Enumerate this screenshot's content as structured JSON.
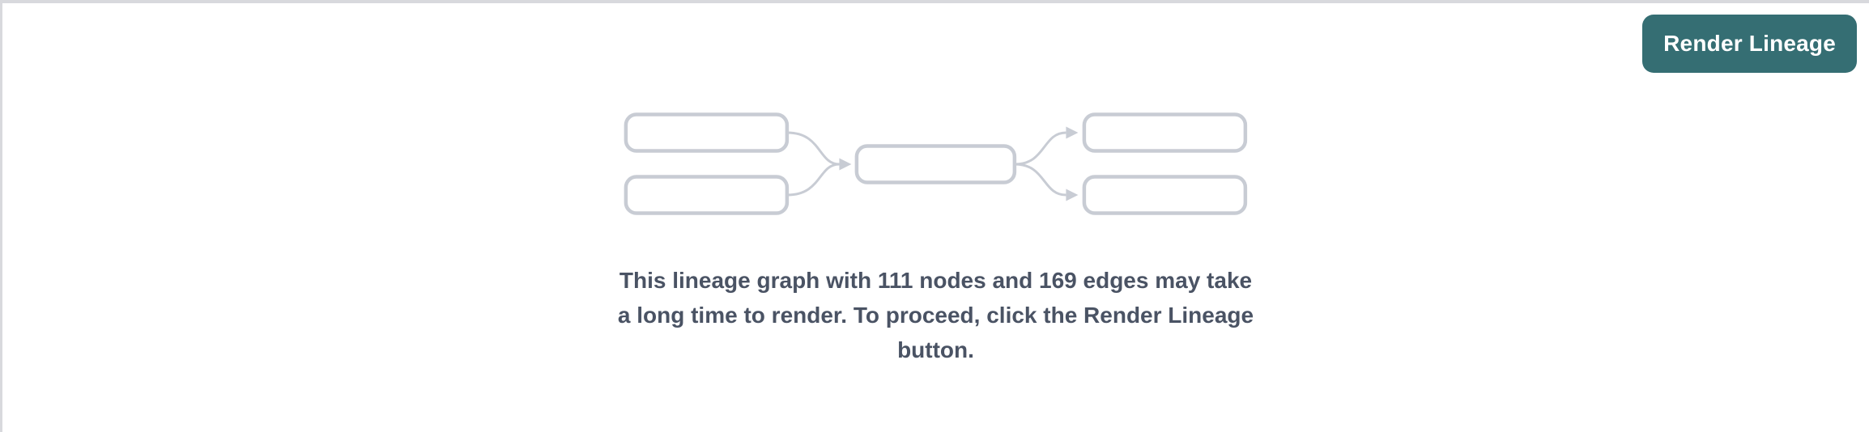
{
  "toolbar": {
    "render_button_label": "Render Lineage"
  },
  "empty_state": {
    "message_lines": [
      "This lineage graph with 111 nodes and 169 edges may take",
      "a long time to render. To proceed, click the Render Lineage",
      "button."
    ],
    "node_count": "111",
    "edge_count": "169"
  },
  "colors": {
    "button_bg": "#356e73",
    "button_text": "#ffffff",
    "panel_border": "#d8d9dd",
    "graph_stroke": "#c8ccd4",
    "message_text": "#4a5364"
  }
}
